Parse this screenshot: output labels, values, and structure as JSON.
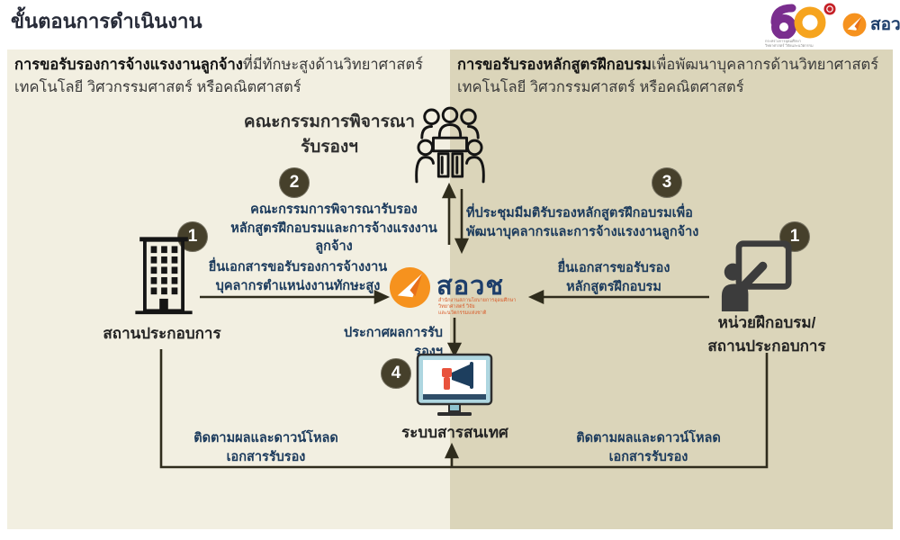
{
  "page": {
    "title": "ขั้นตอนการดำเนินงาน"
  },
  "top_logos": {
    "logo60": {
      "icon": "60th-anniversary-logo",
      "caption_line1": "กระทรวงการอุดมศึกษา",
      "caption_line2": "วิทยาศาสตร์ วิจัยและนวัตกรรม"
    },
    "sovch": {
      "icon": "sovch-arrow-logo",
      "text": "สอวช"
    }
  },
  "panels": {
    "left": {
      "title_bold": "การขอรับรองการจ้างแรงงานลูกจ้าง",
      "title_rest": "ที่มีทักษะสูงด้านวิทยาศาสตร์ เทคโนโลยี วิศวกรรมศาสตร์ หรือคณิตศาสตร์"
    },
    "right": {
      "title_bold": "การขอรับรองหลักสูตรฝึกอบรม",
      "title_rest": "เพื่อพัฒนาบุคลากรด้านวิทยาศาสตร์ เทคโนโลยี วิศวกรรมศาสตร์ หรือคณิตศาสตร์"
    }
  },
  "nodes": {
    "committee": {
      "lines": [
        "คณะกรรมการพิจารณา",
        "รับรองฯ"
      ],
      "icon": "committee-meeting-icon"
    },
    "employer": {
      "label": "สถานประกอบการ",
      "icon": "office-building-icon"
    },
    "training": {
      "lines": [
        "หน่วยฝึกอบรม/",
        "สถานประกอบการ"
      ],
      "icon": "trainer-presentation-icon"
    },
    "info_system": {
      "label": "ระบบสารสนเทศ",
      "icon": "computer-megaphone-icon"
    },
    "center_logo": {
      "text": "สอวช",
      "sub_lines": [
        "สำนักงานสภานโยบายการอุดมศึกษา",
        "วิทยาศาสตร์ วิจัย",
        "และนวัตกรรมแห่งชาติ"
      ]
    }
  },
  "steps": {
    "s1_left": {
      "num": "1",
      "lines": [
        "ยื่นเอกสารขอรับรองการจ้างงาน",
        "บุคลากรตำแหน่งงานทักษะสูง"
      ]
    },
    "s1_right": {
      "num": "1",
      "lines": [
        "ยื่นเอกสารขอรับรอง",
        "หลักสูตรฝึกอบรม"
      ]
    },
    "s2": {
      "num": "2",
      "lines": [
        "คณะกรรมการพิจารณารับรอง",
        "หลักสูตรฝึกอบรมและการจ้างแรงงาน",
        "ลูกจ้าง"
      ]
    },
    "s3": {
      "num": "3",
      "lines": [
        "ที่ประชุมมีมติรับรองหลักสูตรฝึกอบรมเพื่อ",
        "พัฒนาบุคลากรและการจ้างแรงงานลูกจ้าง"
      ]
    },
    "s4": {
      "num": "4",
      "label": "ประกาศผลการรับรองฯ"
    },
    "followup_left": {
      "lines": [
        "ติดตามผลและดาวน์โหลด",
        "เอกสารรับรอง"
      ]
    },
    "followup_right": {
      "lines": [
        "ติดตามผลและดาวน์โหลด",
        "เอกสารรับรอง"
      ]
    }
  },
  "colors": {
    "bg_left": "#f2efe1",
    "bg_right": "#dbd5ba",
    "badge": "#46402b",
    "step_text": "#1b3a5c",
    "arrow": "#2f2c1c",
    "brand_orange": "#f6921e",
    "brand_navy": "#1d3e6b",
    "brand_purple": "#7a2e8e"
  }
}
